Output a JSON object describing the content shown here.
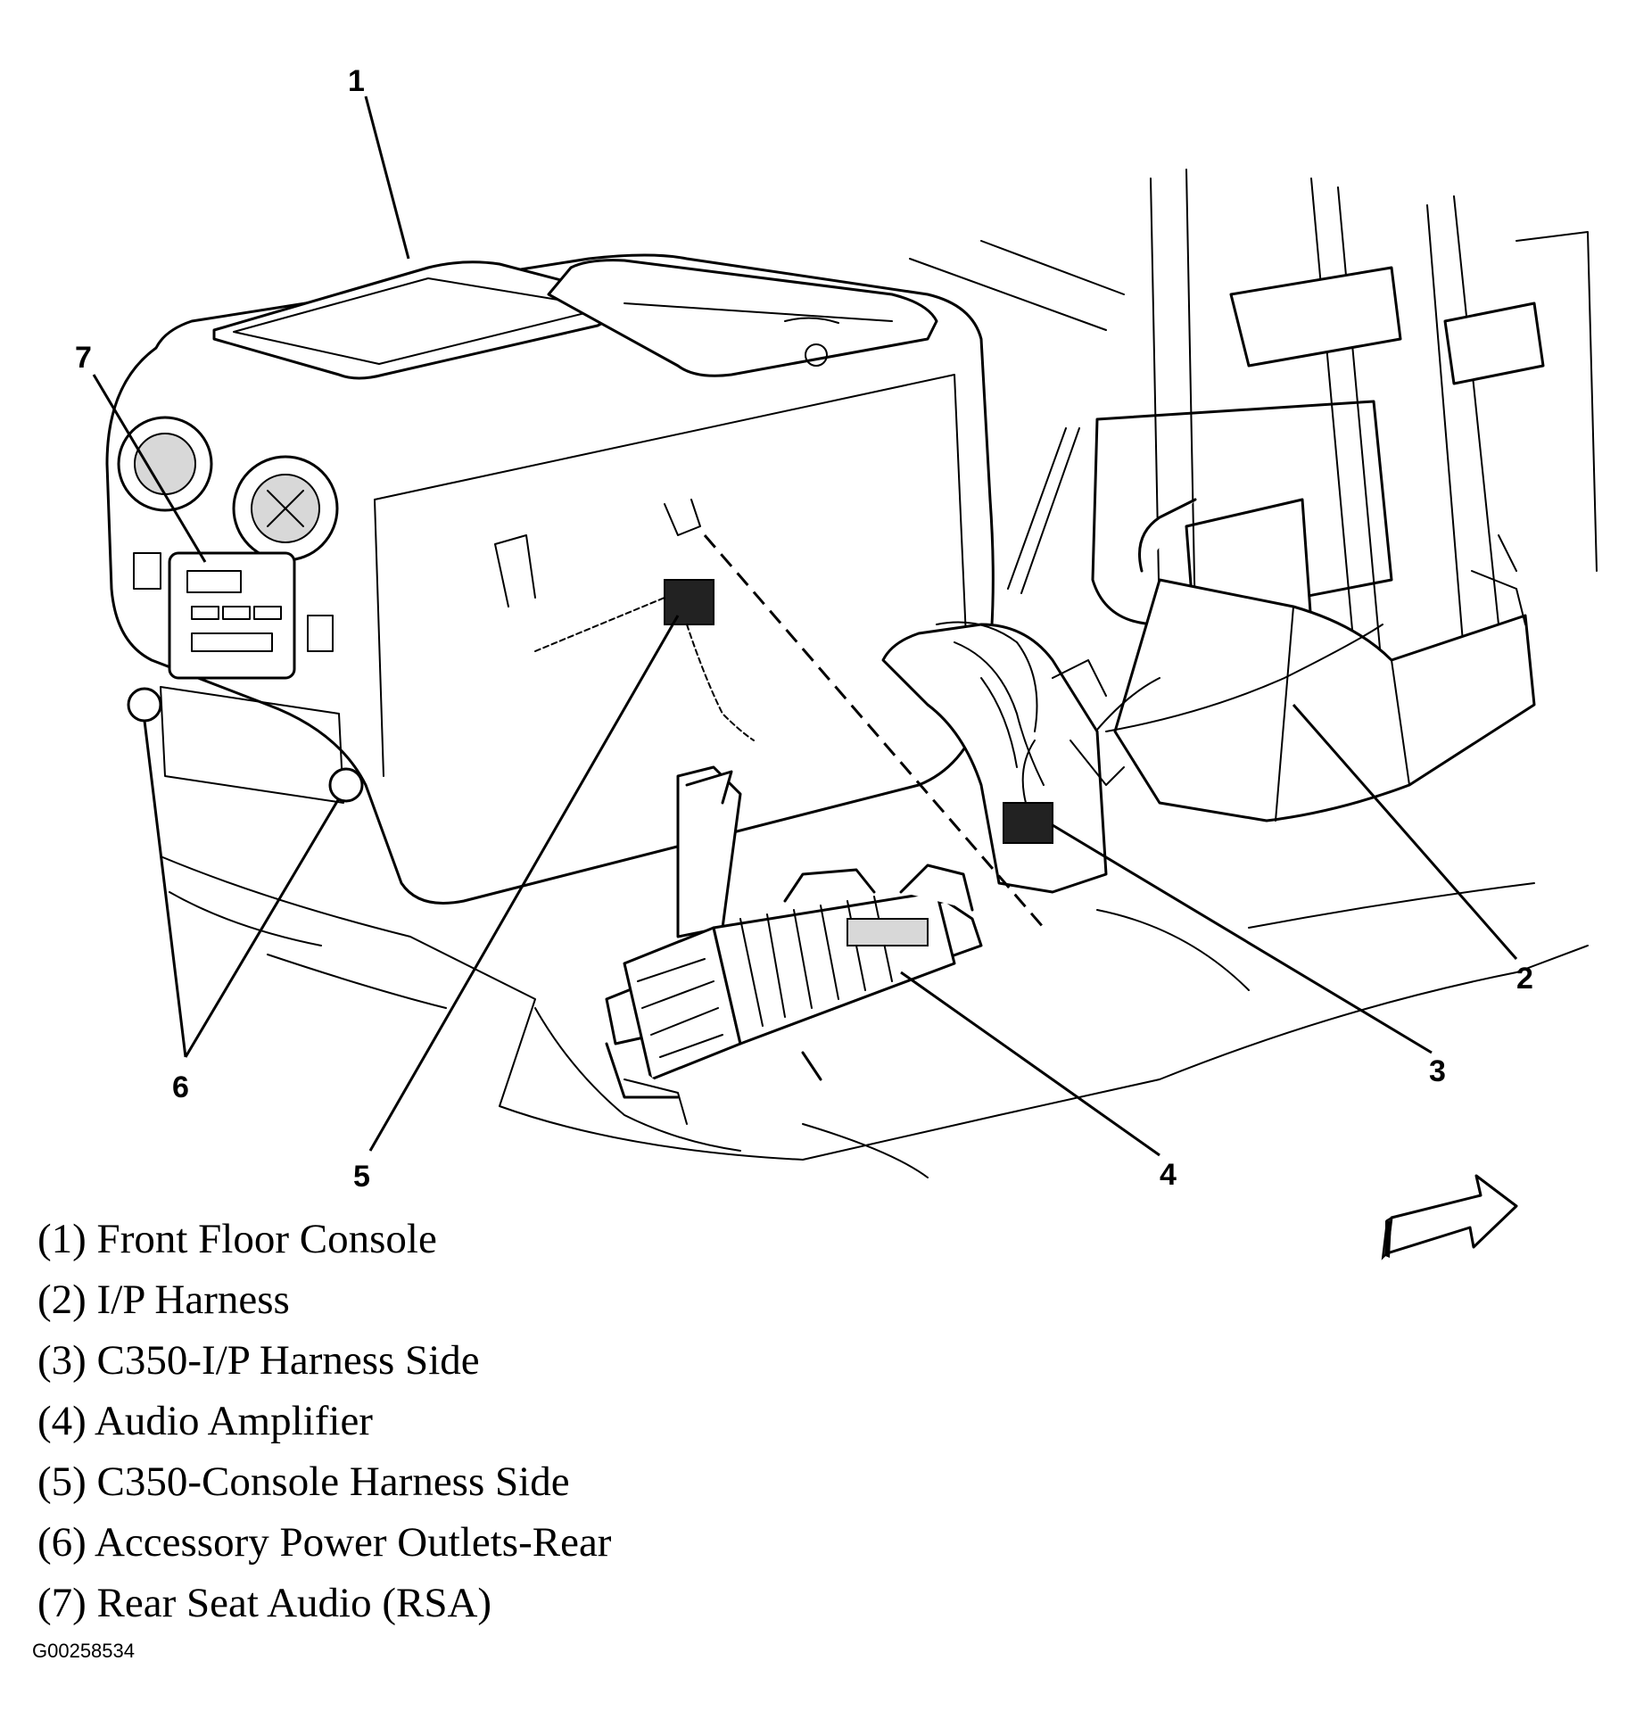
{
  "callouts": [
    {
      "number": "1"
    },
    {
      "number": "2"
    },
    {
      "number": "3"
    },
    {
      "number": "4"
    },
    {
      "number": "5"
    },
    {
      "number": "6"
    },
    {
      "number": "7"
    }
  ],
  "legend": [
    "(1) Front Floor Console",
    "(2) I/P Harness",
    "(3) C350-I/P Harness Side",
    "(4) Audio Amplifier",
    "(5) C350-Console Harness Side",
    "(6) Accessory Power Outlets-Rear",
    "(7) Rear Seat Audio (RSA)"
  ],
  "figure_id": "G00258534",
  "icons": [
    "direction-arrow-icon"
  ]
}
